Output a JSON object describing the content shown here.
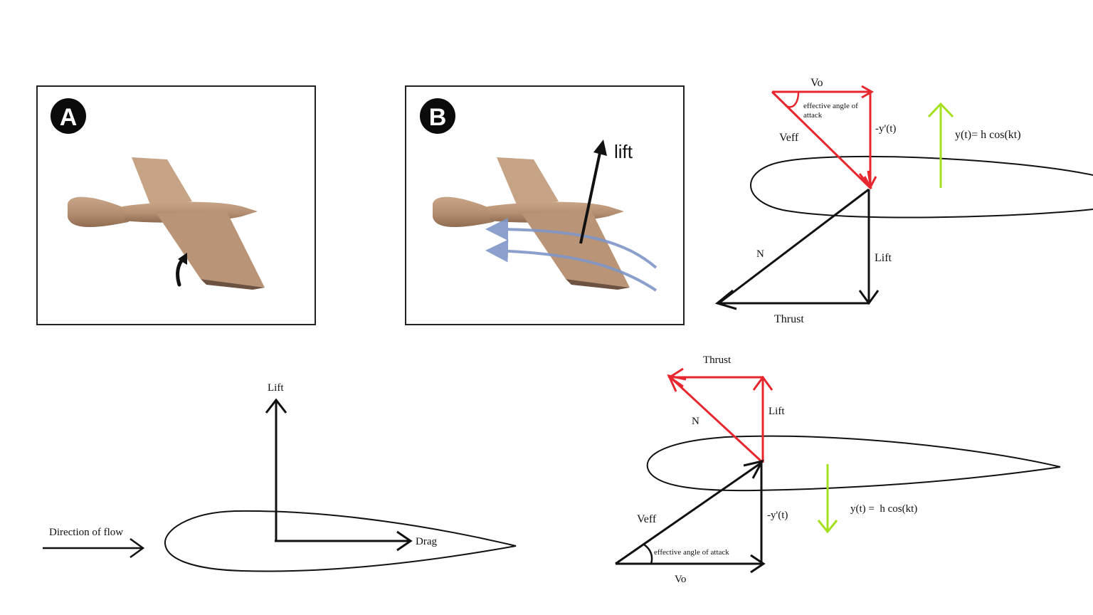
{
  "panel_a": {
    "badge": "A"
  },
  "panel_b": {
    "badge": "B",
    "lift_label": "lift"
  },
  "upstroke_diagram": {
    "vo": "Vo",
    "angle_label_1": "effective angle of",
    "angle_label_2": "attack",
    "veff": "Veff",
    "neg_y_prime": "-y'(t)",
    "motion_equation": "y(t)= h cos(kt)",
    "n": "N",
    "lift": "Lift",
    "thrust": "Thrust"
  },
  "basic_airfoil": {
    "lift": "Lift",
    "direction_of_flow": "Direction of flow",
    "drag": "Drag"
  },
  "downstroke_diagram": {
    "thrust": "Thrust",
    "lift": "Lift",
    "n": "N",
    "veff": "Veff",
    "neg_y_prime": "-y'(t)",
    "motion_equation": "y(t) =  h cos(kt)",
    "angle_label": "effective angle of attack",
    "vo": "Vo"
  },
  "colors": {
    "red_vector": "#e8262e",
    "green_arrow": "#a4e01c",
    "flow_arrow": "#7f96c8",
    "bird_body": "#bf9a7c",
    "black": "#111111"
  }
}
